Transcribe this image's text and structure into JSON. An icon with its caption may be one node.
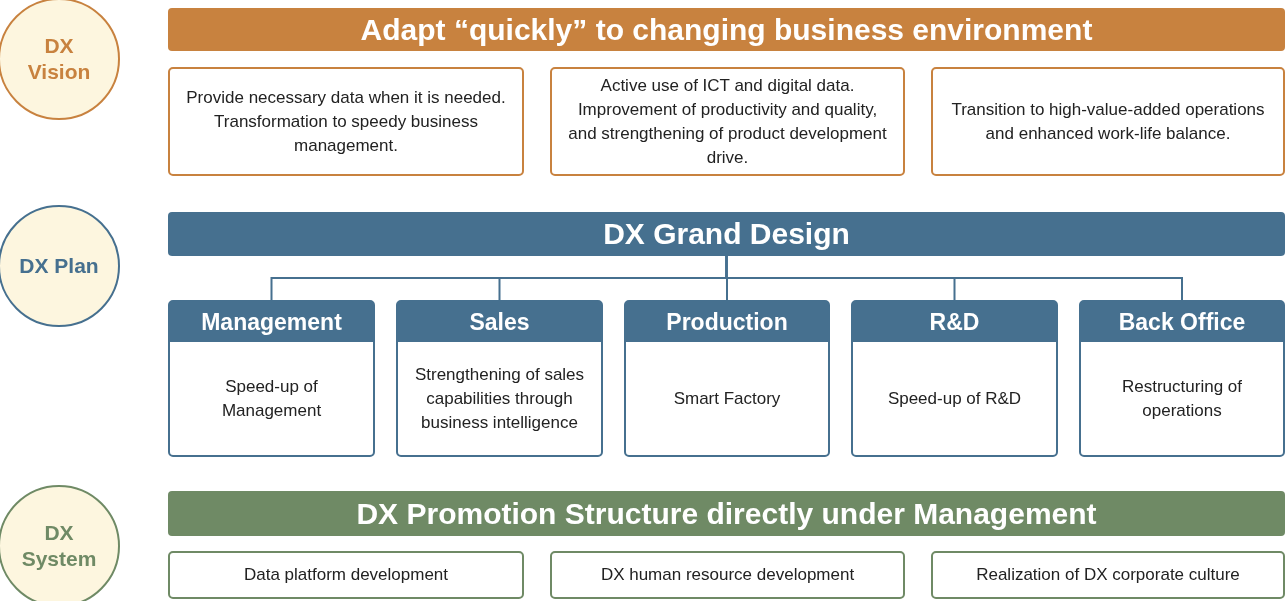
{
  "diagram": {
    "nodes": [
      {
        "text": [
          "DX Vision"
        ]
      },
      {
        "text": [
          "Adapt “quickly” to changing business environment"
        ]
      },
      {
        "text": [
          "Provide necessary data when it is needed. Transformation to speedy business management."
        ]
      },
      {
        "text": [
          "Active use of ICT and digital data. Improvement of productivity and quality, and strengthening of product development drive."
        ]
      },
      {
        "text": [
          "Transition to high-value-added operations and enhanced work-life balance."
        ]
      },
      {
        "text": [
          "DX Plan"
        ]
      },
      {
        "text": [
          "DX Grand Design"
        ]
      },
      {
        "text": [
          "Management",
          "Speed-up of Management"
        ]
      },
      {
        "text": [
          "Sales",
          "Strengthening of sales capabilities through business intelligence"
        ]
      },
      {
        "text": [
          "Production",
          "Smart Factory"
        ]
      },
      {
        "text": [
          "R&D",
          "Speed-up of R&D"
        ]
      },
      {
        "text": [
          "Back Office",
          "Restructuring of operations"
        ]
      },
      {
        "text": [
          "DX System"
        ]
      },
      {
        "text": [
          "DX Promotion Structure directly under Management"
        ]
      },
      {
        "text": [
          "Data platform development"
        ]
      },
      {
        "text": [
          "DX human resource development"
        ]
      },
      {
        "text": [
          "Realization of DX corporate culture"
        ]
      }
    ],
    "edges": [
      {
        "from": 6,
        "to": 7,
        "arrow": "none"
      },
      {
        "from": 6,
        "to": 8,
        "arrow": "none"
      },
      {
        "from": 6,
        "to": 9,
        "arrow": "none"
      },
      {
        "from": 6,
        "to": 10,
        "arrow": "none"
      },
      {
        "from": 6,
        "to": 11,
        "arrow": "none"
      }
    ]
  }
}
